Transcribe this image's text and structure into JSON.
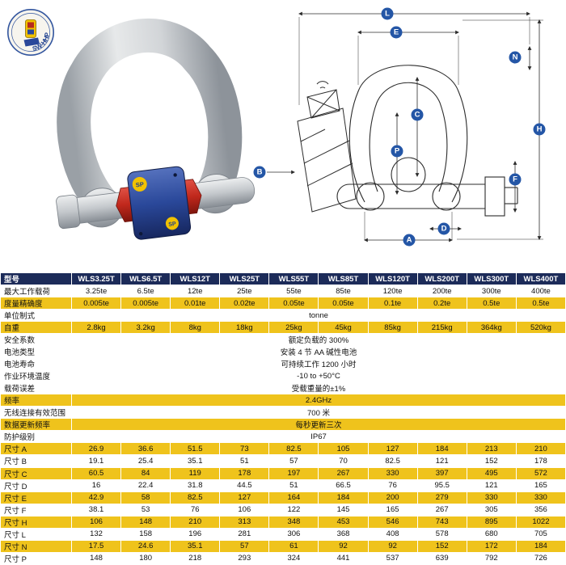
{
  "seal": {
    "label": "SW-HHP"
  },
  "photo": {
    "brand": "SP"
  },
  "diagram": {
    "labels": [
      "L",
      "E",
      "N",
      "H",
      "C",
      "P",
      "B",
      "F",
      "A",
      "D"
    ]
  },
  "colors": {
    "header_navy": "#1c2b59",
    "row_gold": "#efc31c",
    "dim_badge_blue": "#2456a6",
    "nut_red": "#c0281c",
    "box_blue": "#2a489a",
    "logo_yellow": "#f2c200"
  },
  "table": {
    "header": {
      "label": "型号",
      "models": [
        "WLS3.25T",
        "WLS6.5T",
        "WLS12T",
        "WLS25T",
        "WLS55T",
        "WLS85T",
        "WLS120T",
        "WLS200T",
        "WLS300T",
        "WLS400T"
      ]
    },
    "rows": [
      {
        "label": "最大工作载荷",
        "bg": "white",
        "values": [
          "3.25te",
          "6.5te",
          "12te",
          "25te",
          "55te",
          "85te",
          "120te",
          "200te",
          "300te",
          "400te"
        ]
      },
      {
        "label": "度量精确度",
        "bg": "gold",
        "values": [
          "0.005te",
          "0.005te",
          "0.01te",
          "0.02te",
          "0.05te",
          "0.05te",
          "0.1te",
          "0.2te",
          "0.5te",
          "0.5te"
        ]
      },
      {
        "label": "单位制式",
        "bg": "white",
        "value": "tonne"
      },
      {
        "label": "自重",
        "bg": "gold",
        "values": [
          "2.8kg",
          "3.2kg",
          "8kg",
          "18kg",
          "25kg",
          "45kg",
          "85kg",
          "215kg",
          "364kg",
          "520kg"
        ]
      },
      {
        "label": "安全系数",
        "bg": "white",
        "value": "额定负载的 300%"
      },
      {
        "label": "电池类型",
        "bg": "white",
        "value": "安装 4 节 AA 碱性电池",
        "goldText": true
      },
      {
        "label": "电池寿命",
        "bg": "white",
        "value": "可持续工作 1200 小时"
      },
      {
        "label": "作业环境温度",
        "bg": "white",
        "value": "-10 to +50°C"
      },
      {
        "label": "载荷误差",
        "bg": "white",
        "value": "受载重量的±1%"
      },
      {
        "label": "频率",
        "bg": "gold",
        "value": "2.4GHz"
      },
      {
        "label": "无线连接有效范围",
        "bg": "white",
        "value": "700 米"
      },
      {
        "label": "数据更新频率",
        "bg": "gold",
        "value": "每秒更新三次"
      },
      {
        "label": "防护级别",
        "bg": "white",
        "value": "IP67"
      },
      {
        "label": "尺寸 A",
        "bg": "gold",
        "values": [
          "26.9",
          "36.6",
          "51.5",
          "73",
          "82.5",
          "105",
          "127",
          "184",
          "213",
          "210"
        ]
      },
      {
        "label": "尺寸 B",
        "bg": "white",
        "values": [
          "19.1",
          "25.4",
          "35.1",
          "51",
          "57",
          "70",
          "82.5",
          "121",
          "152",
          "178"
        ]
      },
      {
        "label": "尺寸 C",
        "bg": "gold",
        "values": [
          "60.5",
          "84",
          "119",
          "178",
          "197",
          "267",
          "330",
          "397",
          "495",
          "572"
        ]
      },
      {
        "label": "尺寸 D",
        "bg": "white",
        "values": [
          "16",
          "22.4",
          "31.8",
          "44.5",
          "51",
          "66.5",
          "76",
          "95.5",
          "121",
          "165"
        ]
      },
      {
        "label": "尺寸 E",
        "bg": "gold",
        "values": [
          "42.9",
          "58",
          "82.5",
          "127",
          "164",
          "184",
          "200",
          "279",
          "330",
          "330"
        ]
      },
      {
        "label": "尺寸 F",
        "bg": "white",
        "values": [
          "38.1",
          "53",
          "76",
          "106",
          "122",
          "145",
          "165",
          "267",
          "305",
          "356"
        ]
      },
      {
        "label": "尺寸 H",
        "bg": "gold",
        "values": [
          "106",
          "148",
          "210",
          "313",
          "348",
          "453",
          "546",
          "743",
          "895",
          "1022"
        ]
      },
      {
        "label": "尺寸 L",
        "bg": "white",
        "values": [
          "132",
          "158",
          "196",
          "281",
          "306",
          "368",
          "408",
          "578",
          "680",
          "705"
        ]
      },
      {
        "label": "尺寸 N",
        "bg": "gold",
        "values": [
          "17.5",
          "24.6",
          "35.1",
          "57",
          "61",
          "92",
          "92",
          "152",
          "172",
          "184"
        ]
      },
      {
        "label": "尺寸 P",
        "bg": "white",
        "values": [
          "148",
          "180",
          "218",
          "293",
          "324",
          "441",
          "537",
          "639",
          "792",
          "726"
        ]
      }
    ]
  }
}
